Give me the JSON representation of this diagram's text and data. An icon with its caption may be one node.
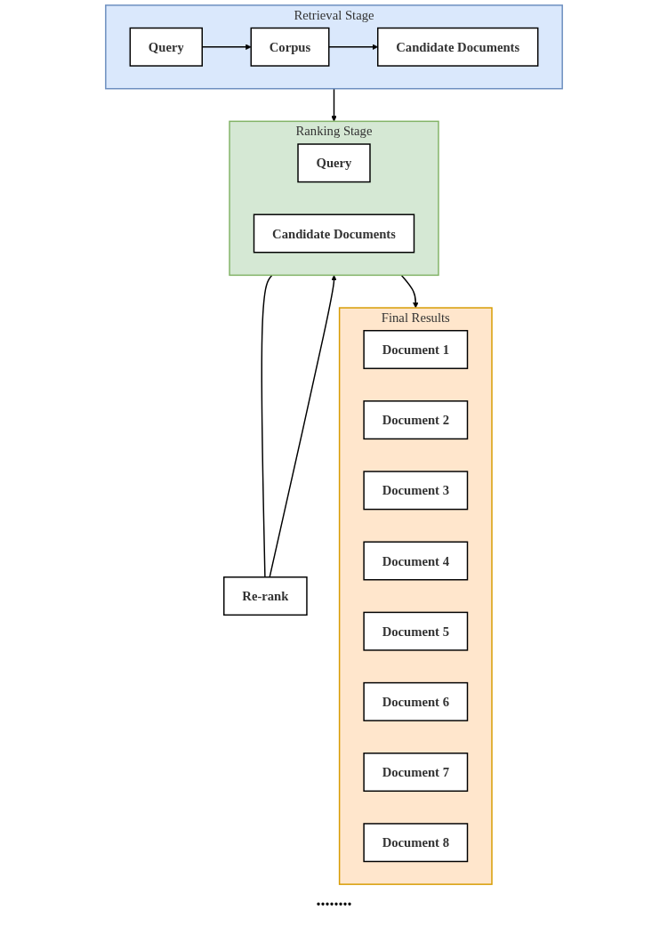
{
  "diagram": {
    "nodes": [
      {
        "text": [
          "Retrieval Stage"
        ]
      },
      {
        "text": [
          "Query"
        ],
        "in": 0
      },
      {
        "text": [
          "Corpus"
        ],
        "in": 0
      },
      {
        "text": [
          "Candidate Documents"
        ],
        "in": 0
      },
      {
        "text": [
          "Ranking Stage"
        ]
      },
      {
        "text": [
          "Query"
        ],
        "in": 4
      },
      {
        "text": [
          "Candidate Documents"
        ],
        "in": 4
      },
      {
        "text": [
          "Re-rank"
        ]
      },
      {
        "text": [
          "Final Results"
        ]
      },
      {
        "text": [
          "Document 1"
        ],
        "in": 8
      },
      {
        "text": [
          "Document 2"
        ],
        "in": 8
      },
      {
        "text": [
          "Document 3"
        ],
        "in": 8
      },
      {
        "text": [
          "Document 4"
        ],
        "in": 8
      },
      {
        "text": [
          "Document 5"
        ],
        "in": 8
      },
      {
        "text": [
          "Document 6"
        ],
        "in": 8
      },
      {
        "text": [
          "Document 7"
        ],
        "in": 8
      },
      {
        "text": [
          "Document 8"
        ],
        "in": 8
      }
    ],
    "edges": [
      {
        "from": 1,
        "to": 2,
        "arrow": "to"
      },
      {
        "from": 2,
        "to": 3,
        "arrow": "to"
      },
      {
        "from": 0,
        "to": 4,
        "arrow": "to"
      },
      {
        "from": 4,
        "to": 7,
        "arrow": "none"
      },
      {
        "from": 7,
        "to": 4,
        "arrow": "to"
      },
      {
        "from": 4,
        "to": 8,
        "arrow": "to"
      }
    ],
    "labels": [
      "........"
    ]
  }
}
